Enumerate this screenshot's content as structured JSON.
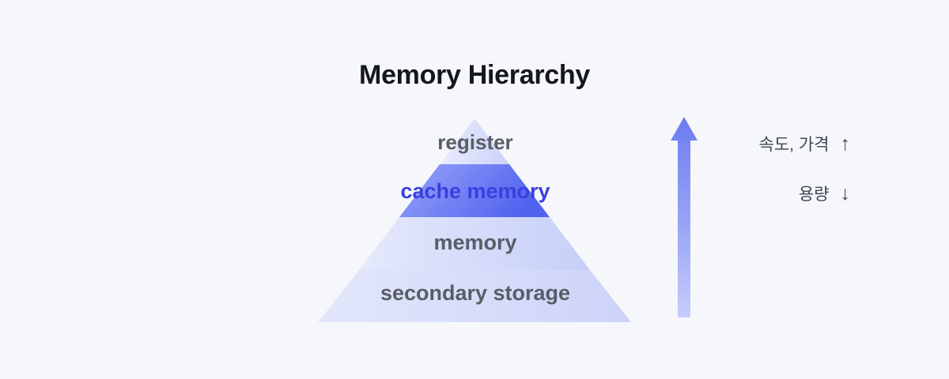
{
  "title": "Memory Hierarchy",
  "background_color": "#f6f7fb",
  "title_color": "#15171f",
  "pyramid": {
    "tiers": [
      {
        "label": "register",
        "text_color": "#585d67",
        "fill_from": "#e7eafc",
        "fill_to": "#cdd4f8",
        "highlighted": false
      },
      {
        "label": "cache memory",
        "text_color": "#3b3fe0",
        "fill_from": "#96a3f8",
        "fill_to": "#5566ef",
        "highlighted": true
      },
      {
        "label": "memory",
        "text_color": "#585d67",
        "fill_from": "#e4e8fc",
        "fill_to": "#c8d0f8",
        "highlighted": false
      },
      {
        "label": "secondary storage",
        "text_color": "#585d67",
        "fill_from": "#e2e6fb",
        "fill_to": "#cdd4f8",
        "highlighted": false
      }
    ]
  },
  "trend": {
    "arrow_name": "up-arrow",
    "arrow_color_top": "#6b7bf2",
    "arrow_color_bottom": "#c3c9fa",
    "legend": [
      {
        "text": "속도, 가격",
        "direction": "↑",
        "direction_name": "arrow-up-icon"
      },
      {
        "text": "용량",
        "direction": "↓",
        "direction_name": "arrow-down-icon"
      }
    ],
    "legend_color": "#3f4655"
  },
  "chart_data": {
    "type": "pyramid",
    "title": "Memory Hierarchy",
    "categories": [
      "register",
      "cache memory",
      "memory",
      "secondary storage"
    ],
    "order": "top-to-bottom",
    "annotations": [
      "속도, 가격 ↑",
      "용량 ↓"
    ],
    "highlighted_category": "cache memory",
    "legend": [
      "속도, 가격 ↑",
      "용량 ↓"
    ],
    "xlabel": "",
    "ylabel": ""
  }
}
